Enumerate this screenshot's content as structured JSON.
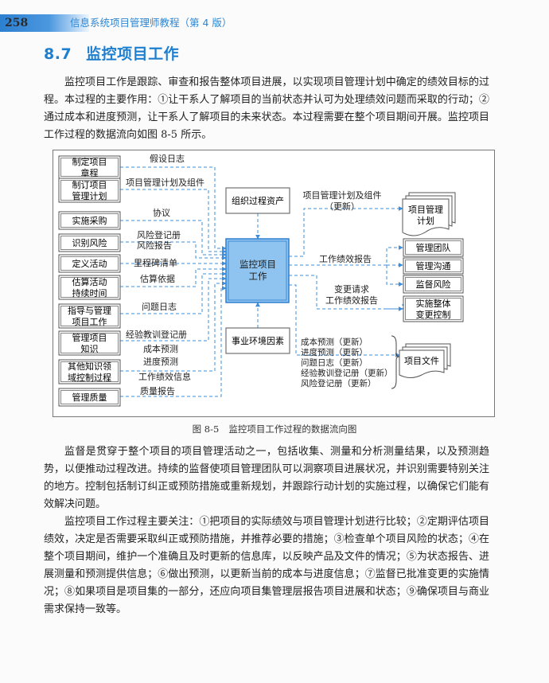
{
  "header": {
    "page_number": "258",
    "book_title": "信息系统项目管理师教程（第 4 版）"
  },
  "section": {
    "number": "8.7",
    "title": "监控项目工作"
  },
  "paragraphs": {
    "p1": "监控项目工作是跟踪、审查和报告整体项目进展，以实现项目管理计划中确定的绩效目标的过程。本过程的主要作用：①让干系人了解项目的当前状态并认可为处理绩效问题而采取的行动；②通过成本和进度预测，让干系人了解项目的未来状态。本过程需要在整个项目期间开展。监控项目工作过程的数据流向如图 8-5 所示。",
    "p2": "监督是贯穿于整个项目的项目管理活动之一，包括收集、测量和分析测量结果，以及预测趋势，以便推动过程改进。持续的监督使项目管理团队可以洞察项目进展状况，并识别需要特别关注的地方。控制包括制订纠正或预防措施或重新规划，并跟踪行动计划的实施过程，以确保它们能有效解决问题。",
    "p3": "监控项目工作过程主要关注：①把项目的实际绩效与项目管理计划进行比较；②定期评估项目绩效，决定是否需要采取纠正或预防措施，并推荐必要的措施；③检查单个项目风险的状态；④在整个项目期间，维护一个准确且及时更新的信息库，以反映产品及文件的情况；⑤为状态报告、进展测量和预测提供信息；⑥做出预测，以更新当前的成本与进度信息；⑦监督已批准变更的实施情况；⑧如果项目是项目集的一部分，还应向项目集管理层报告项目进展和状态；⑨确保项目与商业需求保持一致等。"
  },
  "figure": {
    "number": "图 8-5",
    "caption": "监控项目工作过程的数据流向图",
    "source_processes": [
      [
        "制定项目",
        "章程"
      ],
      [
        "制订项目",
        "管理计划"
      ],
      [
        "实施采购"
      ],
      [
        "识别风险"
      ],
      [
        "定义活动"
      ],
      [
        "估算活动",
        "持续时间"
      ],
      [
        "指导与管理",
        "项目工作"
      ],
      [
        "管理项目",
        "知识"
      ],
      [
        "其他知识领",
        "域控制过程"
      ],
      [
        "管理质量"
      ]
    ],
    "flow_labels": {
      "f1": "假设日志",
      "f2": "项目管理计划及组件",
      "f3": "协议",
      "f4a": "风险登记册",
      "f4b": "风险报告",
      "f5": "里程碑清单",
      "f6": "估算依据",
      "f7": "问题日志",
      "f8": "经验教训登记册",
      "f9a": "成本预测",
      "f9b": "进度预测",
      "f9c": "工作绩效信息",
      "f10": "质量报告"
    },
    "center_process": [
      "监控项目",
      "工作"
    ],
    "org_assets": "组织过程资产",
    "env_factors": "事业环境因素",
    "out_plan_label_1": "项目管理计划及组件",
    "out_plan_label_2": "（更新）",
    "out_plan_doc": [
      "项目管理",
      "计划"
    ],
    "out_perf_report": "工作绩效报告",
    "out_change_1": "变更请求",
    "out_change_2": "工作绩效报告",
    "target_processes": [
      [
        "管理团队"
      ],
      [
        "管理沟通"
      ],
      [
        "监督风险"
      ],
      [
        "实施整体",
        "变更控制"
      ]
    ],
    "doc_updates": [
      "成本预测（更新）",
      "进度预测（更新）",
      "问题日志（更新）",
      "经验教训登记册（更新）",
      "风险登记册（更新）"
    ],
    "project_docs": "项目文件"
  }
}
